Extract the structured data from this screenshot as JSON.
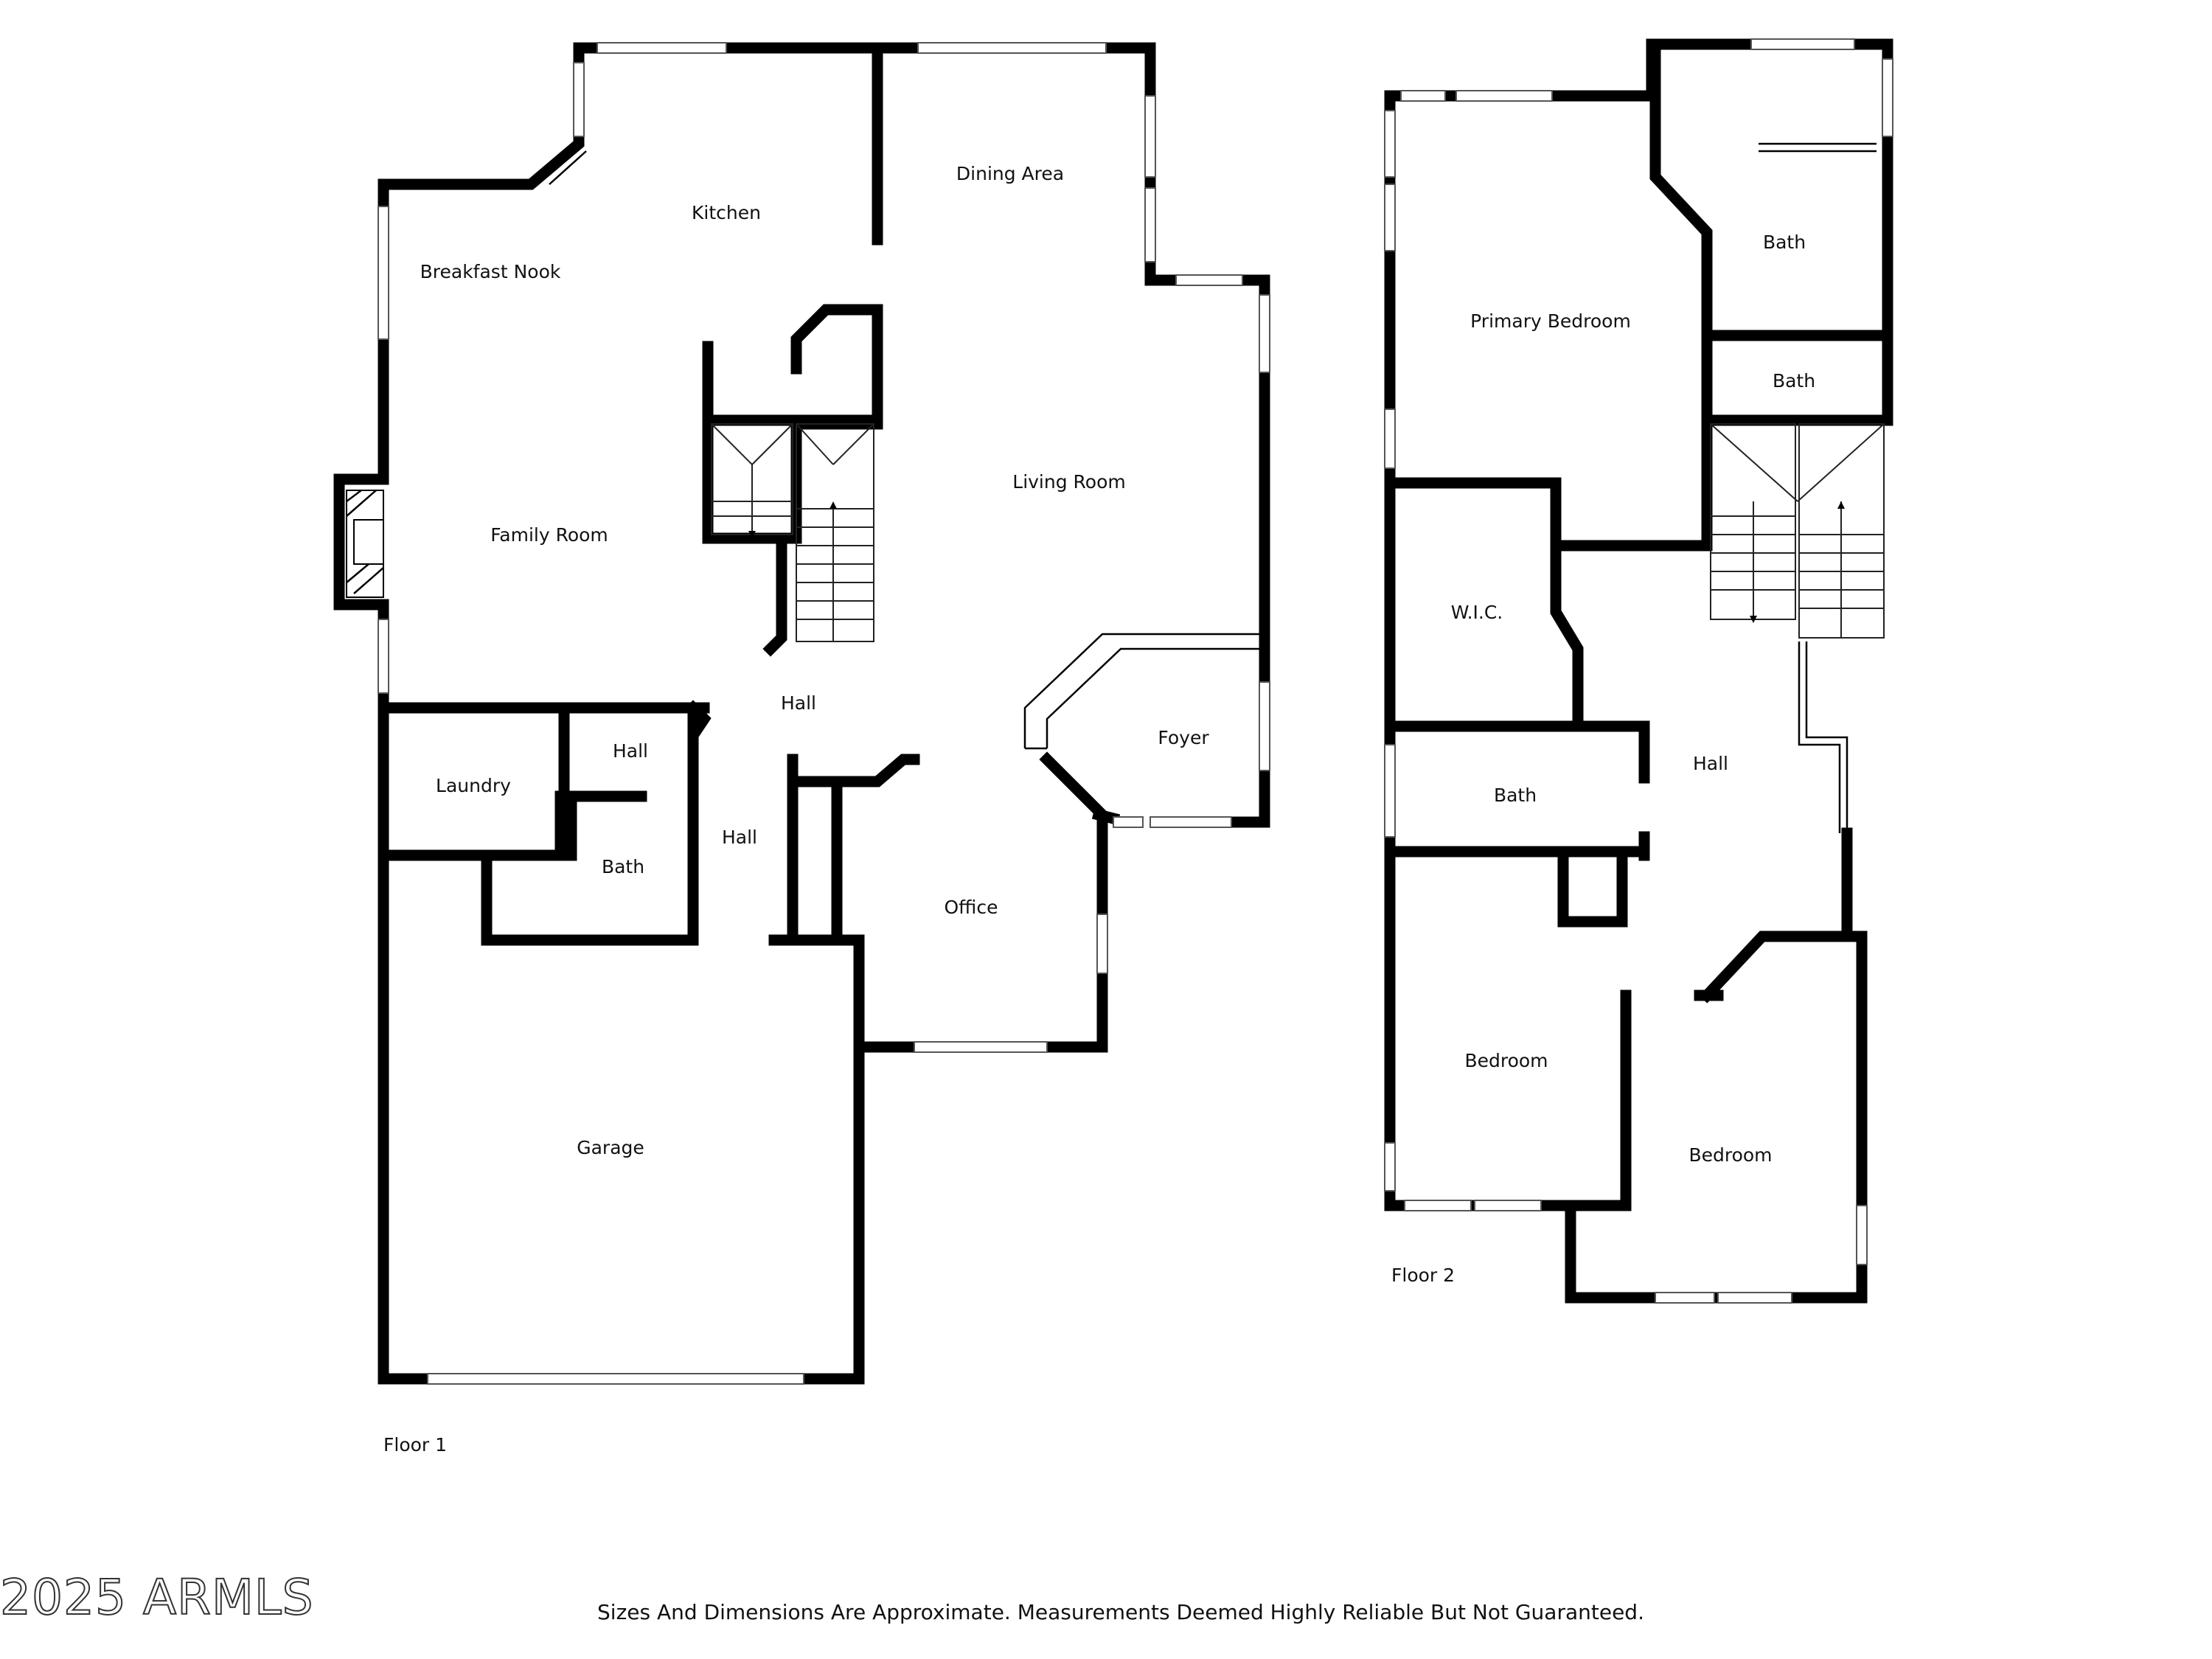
{
  "floors": [
    {
      "label": "Floor 1",
      "rooms": [
        {
          "name": "Breakfast Nook"
        },
        {
          "name": "Kitchen"
        },
        {
          "name": "Dining Area"
        },
        {
          "name": "Family Room"
        },
        {
          "name": "Living Room"
        },
        {
          "name": "Hall"
        },
        {
          "name": "Foyer"
        },
        {
          "name": "Laundry"
        },
        {
          "name": "Hall"
        },
        {
          "name": "Bath"
        },
        {
          "name": "Hall"
        },
        {
          "name": "Office"
        },
        {
          "name": "Garage"
        }
      ]
    },
    {
      "label": "Floor 2",
      "rooms": [
        {
          "name": "Primary Bedroom"
        },
        {
          "name": "Bath"
        },
        {
          "name": "Bath"
        },
        {
          "name": "W.I.C."
        },
        {
          "name": "Bath"
        },
        {
          "name": "Hall"
        },
        {
          "name": "Bedroom"
        },
        {
          "name": "Bedroom"
        }
      ]
    }
  ],
  "watermark": "2025 ARMLS",
  "disclaimer": "Sizes And Dimensions Are Approximate. Measurements Deemed Highly Reliable But Not Guaranteed."
}
